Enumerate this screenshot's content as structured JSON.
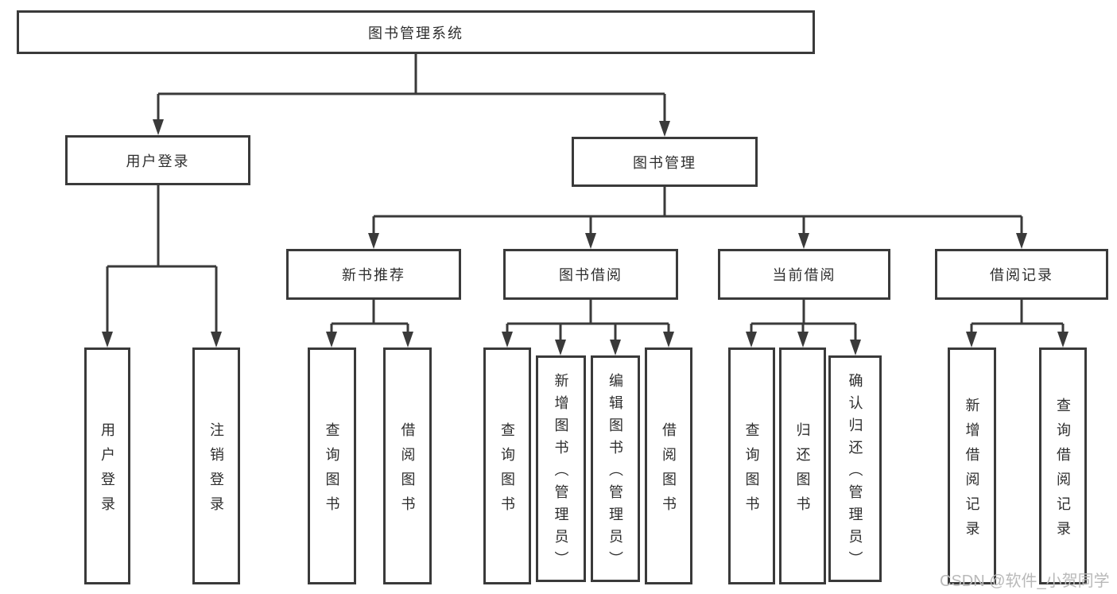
{
  "tree": {
    "root": "图书管理系统",
    "branches": [
      {
        "label": "用户登录",
        "leaves": [
          "用户登录",
          "注销登录"
        ]
      },
      {
        "label": "图书管理",
        "sections": [
          {
            "label": "新书推荐",
            "leaves": [
              "查询图书",
              "借阅图书"
            ]
          },
          {
            "label": "图书借阅",
            "leaves": [
              "查询图书",
              "新增图书（管理员）",
              "编辑图书（管理员）",
              "借阅图书"
            ]
          },
          {
            "label": "当前借阅",
            "leaves": [
              "查询图书",
              "归还图书",
              "确认归还（管理员）"
            ]
          },
          {
            "label": "借阅记录",
            "leaves": [
              "新增借阅记录",
              "查询借阅记录"
            ]
          }
        ]
      }
    ]
  },
  "watermark": "CSDN @软件_小贺同学",
  "colors": {
    "line": "#3a3a3a",
    "border": "#3a3a3a",
    "text": "#2e2e2e",
    "watermark": "#b9b9b9",
    "background": "#ffffff"
  }
}
